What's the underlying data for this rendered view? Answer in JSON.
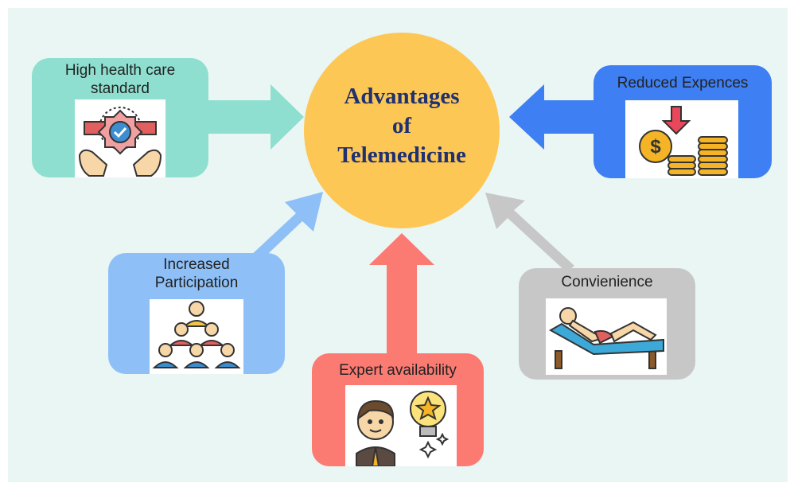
{
  "center": {
    "line1": "Advantages",
    "line2": "of",
    "line3": "Telemedicine"
  },
  "nodes": {
    "high_health": {
      "line1": "High health care",
      "line2": "standard",
      "icon": "award-badge-hands-icon"
    },
    "reduced_expences": {
      "label": "Reduced Expences",
      "icon": "coins-down-arrow-icon"
    },
    "increased_participation": {
      "line1": "Increased",
      "line2": "Participation",
      "icon": "people-pyramid-icon"
    },
    "expert_availability": {
      "label": "Expert availability",
      "icon": "expert-lightbulb-icon"
    },
    "convienience": {
      "label": "Convienience",
      "icon": "lounge-chair-person-icon"
    }
  },
  "colors": {
    "background": "#eaf6f4",
    "center": "#fdc755",
    "center_text": "#1f3170",
    "high_health": "#8fdfd0",
    "reduced_expences": "#3e7ff3",
    "increased_participation": "#8ec0f7",
    "expert_availability": "#fb7b73",
    "convienience": "#c7c7c7"
  }
}
